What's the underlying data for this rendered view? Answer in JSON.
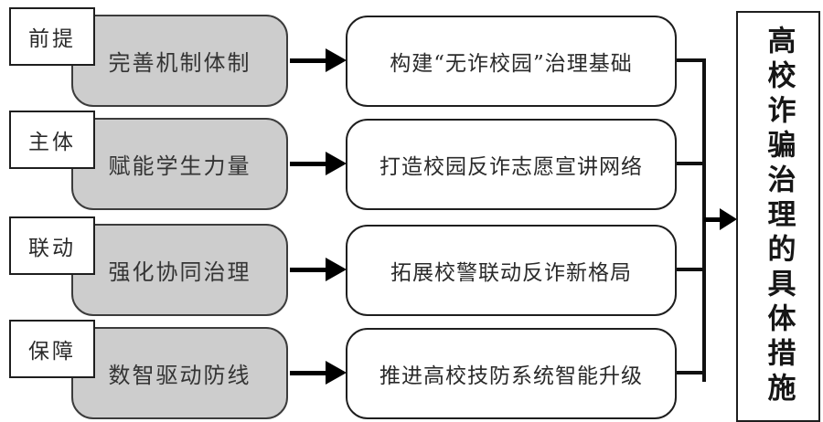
{
  "diagram": {
    "right_title": "高校诈骗治理的具体措施",
    "rows": [
      {
        "tag": "前提",
        "strategy": "完善机制体制",
        "outcome": "构建“无诈校园”治理基础"
      },
      {
        "tag": "主体",
        "strategy": "赋能学生力量",
        "outcome": "打造校园反诈志愿宣讲网络"
      },
      {
        "tag": "联动",
        "strategy": "强化协同治理",
        "outcome": "拓展校警联动反诈新格局"
      },
      {
        "tag": "保障",
        "strategy": "数智驱动防线",
        "outcome": "推进高校技防系统智能升级"
      }
    ],
    "colors": {
      "strategy_fill": "#cdcdcd",
      "stroke": "#1e1e1e",
      "background": "#ffffff"
    }
  }
}
